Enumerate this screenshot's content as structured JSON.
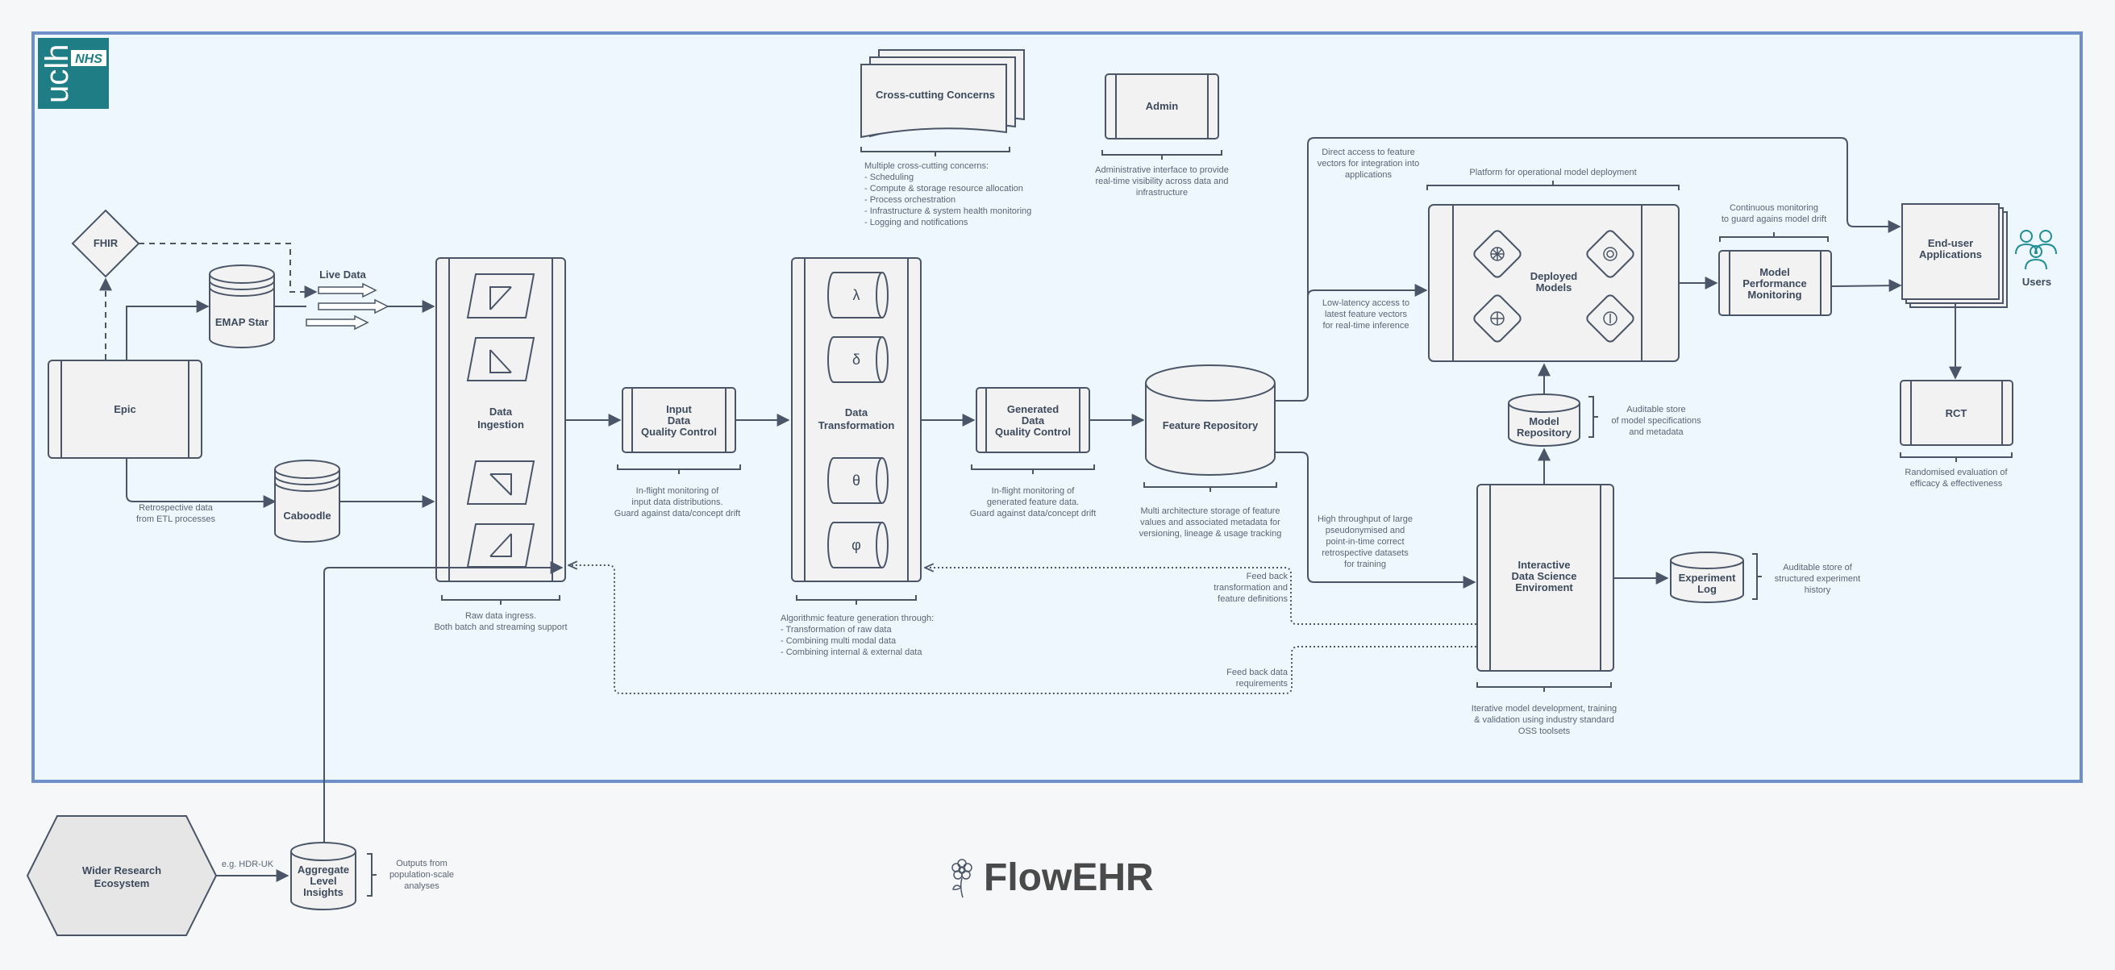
{
  "logo": {
    "text": "uclh",
    "badge": "NHS"
  },
  "nodes": {
    "fhir": "FHIR",
    "epic": "Epic",
    "emap": "EMAP Star",
    "caboodle": "Caboodle",
    "live_data": "Live Data",
    "data_ingestion": [
      "Data",
      "Ingestion"
    ],
    "input_qc": [
      "Input",
      "Data",
      "Quality Control"
    ],
    "data_transformation": [
      "Data",
      "Transformation"
    ],
    "generated_qc": [
      "Generated",
      "Data",
      "Quality Control"
    ],
    "feature_repo": "Feature Repository",
    "cross_cutting": "Cross-cutting Concerns",
    "admin": "Admin",
    "deployed_models": [
      "Deployed",
      "Models"
    ],
    "model_perf": [
      "Model",
      "Performance",
      "Monitoring"
    ],
    "end_user": [
      "End-user",
      "Applications"
    ],
    "users": "Users",
    "rct": "RCT",
    "model_repo": [
      "Model",
      "Repository"
    ],
    "interactive_ds": [
      "Interactive",
      "Data Science",
      "Enviroment"
    ],
    "experiment_log": [
      "Experiment",
      "Log"
    ],
    "wider_research": [
      "Wider Research",
      "Ecosystem"
    ],
    "aggregate": [
      "Aggregate",
      "Level",
      "Insights"
    ]
  },
  "transform_symbols": [
    "λ",
    "δ",
    "θ",
    "φ"
  ],
  "captions": {
    "retrospective": [
      "Retrospective data",
      "from ETL processes"
    ],
    "ingestion": [
      "Raw data ingress.",
      "Both batch and streaming support"
    ],
    "input_qc": [
      "In-flight monitoring of",
      "input data distributions.",
      "Guard against data/concept drift"
    ],
    "transformation": [
      "Algorithmic feature generation through:",
      "- Transformation of raw data",
      "- Combining multi modal data",
      "- Combining internal & external data"
    ],
    "generated_qc": [
      "In-flight monitoring of",
      "generated feature data.",
      "Guard against data/concept drift"
    ],
    "feature_repo": [
      "Multi architecture storage of feature",
      "values and associated metadata for",
      "versioning, lineage & usage tracking"
    ],
    "cross_cutting": [
      "Multiple cross-cutting concerns:",
      "- Scheduling",
      "- Compute & storage resource allocation",
      "- Process orchestration",
      "- Infrastructure & system health monitoring",
      "- Logging and notifications"
    ],
    "admin": [
      "Administrative interface to provide",
      "real-time visibility across data and",
      "infrastructure"
    ],
    "direct_access": [
      "Direct access to feature",
      "vectors for integration into",
      "applications"
    ],
    "platform": "Platform for operational model deployment",
    "low_latency": [
      "Low-latency access to",
      "latest feature vectors",
      "for real-time inference"
    ],
    "continuous": [
      "Continuous monitoring",
      "to guard agains model drift"
    ],
    "model_repo": [
      "Auditable store",
      "of model specifications",
      "and metadata"
    ],
    "high_throughput": [
      "High throughput of large",
      "pseudonymised and",
      "point-in-time correct",
      "retrospective datasets",
      "for training"
    ],
    "feedback_transform": [
      "Feed back",
      "transformation and",
      "feature definitions"
    ],
    "feedback_data": [
      "Feed back data",
      "requirements"
    ],
    "ide": [
      "Iterative model development, training",
      "& validation using industry standard",
      "OSS toolsets"
    ],
    "experiment_log": [
      "Auditable store of",
      "structured experiment",
      "history"
    ],
    "rct": [
      "Randomised evaluation of",
      "efficacy & effectiveness"
    ],
    "hdr": "e.g. HDR-UK",
    "aggregate": [
      "Outputs from",
      "population-scale",
      "analyses"
    ]
  },
  "title": "FlowEHR",
  "colors": {
    "frame_border": "#6f8fc8",
    "frame_fill": "#eef7fd",
    "logo_bg": "#1f7d86",
    "users_icon": "#1f8f94",
    "stroke": "#4a5668"
  }
}
